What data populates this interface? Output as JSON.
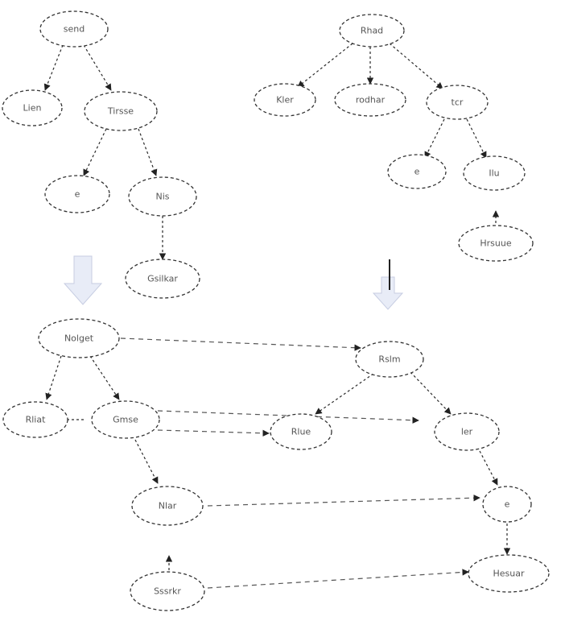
{
  "colors": {
    "node_stroke": "#333333",
    "edge": "#2a2a2a",
    "arrow_fill": "#e8ecf7"
  },
  "nodes": {
    "t1_root": "send",
    "t1_left": "Lien",
    "t1_right": "Tirsse",
    "t1_rl": "e",
    "t1_rr": "Nis",
    "t1_rrc": "Gsilkar",
    "t2_root": "Rhad",
    "t2_left": "Kler",
    "t2_mid": "rodhar",
    "t2_right": "tcr",
    "t2_rl": "e",
    "t2_rr": "Ilu",
    "t2_extra": "Hrsuue",
    "m1_root": "Nolget",
    "m1_left": "Rliat",
    "m1_right": "Gmse",
    "m1_rc": "Nlar",
    "m1_rcc": "Sssrkr",
    "m2_root": "Rslm",
    "m2_left": "Rlue",
    "m2_right": "ler",
    "m2_rc": "e",
    "m2_rcc": "Hesuar"
  },
  "arrows": {
    "left": "light-blue-down-arrow",
    "right": "down-arrow"
  }
}
